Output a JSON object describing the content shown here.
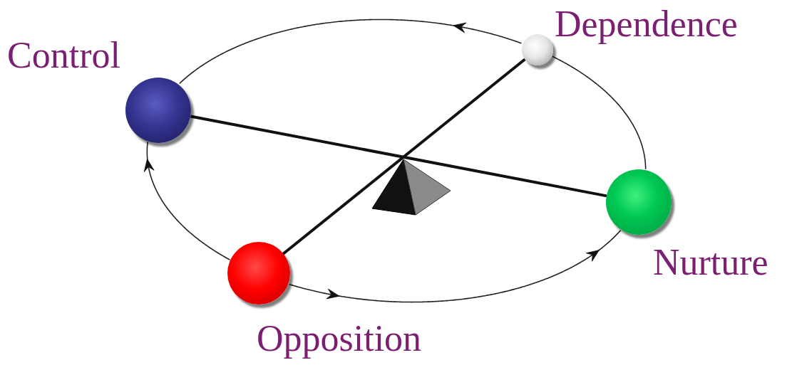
{
  "diagram": {
    "nodes": [
      {
        "text": [
          "Dependence"
        ]
      },
      {
        "text": [
          "Control"
        ]
      },
      {
        "text": [
          "Nurture"
        ]
      },
      {
        "text": [
          "Opposition"
        ]
      }
    ],
    "edges": [
      {
        "from": 0,
        "to": 1,
        "arrow": "to"
      },
      {
        "from": 3,
        "to": 1,
        "arrow": "to"
      },
      {
        "from": 3,
        "to": 2,
        "arrow": "to"
      },
      {
        "from": 2,
        "to": 0,
        "arrow": "none"
      },
      {
        "from": 1,
        "to": 2,
        "arrow": "none"
      },
      {
        "from": 3,
        "to": 0,
        "arrow": "none"
      }
    ]
  }
}
